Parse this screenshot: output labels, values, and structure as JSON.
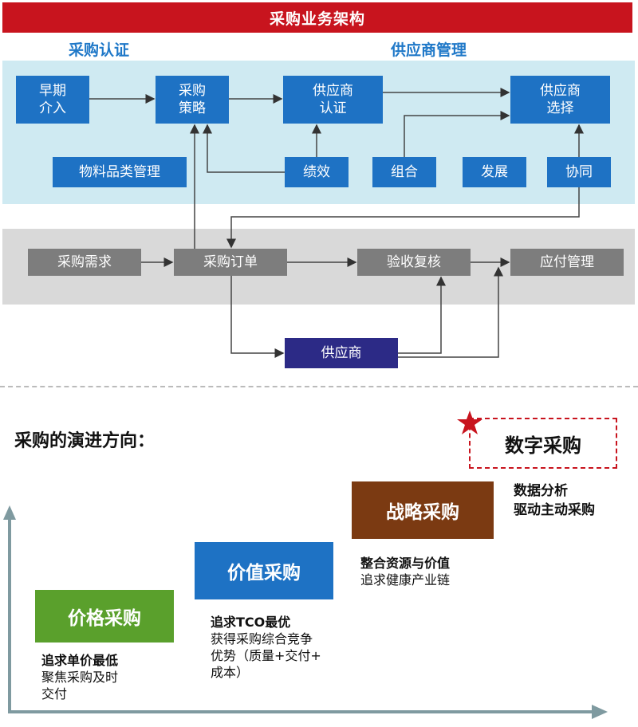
{
  "banner": {
    "title": "采购业务架构"
  },
  "sections": {
    "procurement_cert": "采购认证",
    "supplier_mgmt": "供应商管理"
  },
  "boxes": {
    "early_1": "早期",
    "early_2": "介入",
    "strategy_1": "采购",
    "strategy_2": "策略",
    "supcert_1": "供应商",
    "supcert_2": "认证",
    "supsel_1": "供应商",
    "supsel_2": "选择",
    "category_mgmt": "物料品类管理",
    "performance": "绩效",
    "combination": "组合",
    "development": "发展",
    "collaboration": "协同",
    "demand": "采购需求",
    "order": "采购订单",
    "acceptance": "验收复核",
    "payable": "应付管理",
    "supplier": "供应商"
  },
  "evolution": {
    "title": "采购的演进方向：",
    "digital": {
      "label": "数字采购",
      "desc1": "数据分析",
      "desc2": "驱动主动采购"
    },
    "strategic": {
      "label": "战略采购",
      "desc1": "整合资源与价值",
      "desc2": "追求健康产业链"
    },
    "value": {
      "label": "价值采购",
      "desc1": "追求TCO最优",
      "desc2": "获得采购综合竞争",
      "desc3": "优势（质量+交付+",
      "desc4": "成本）"
    },
    "price": {
      "label": "价格采购",
      "desc1": "追求单价最低",
      "desc2": "聚焦采购及时",
      "desc3": "交付"
    }
  },
  "colors": {
    "banner_red": "#c8141e",
    "blue_box": "#1e72c4",
    "grey_box": "#7d7d7d",
    "navy_box": "#2c2a86",
    "green": "#5aa02c",
    "brown": "#7b3a12",
    "light_blue_bg": "#cfeaf2",
    "grey_bg": "#d9d9d9",
    "star": "#c8141e",
    "section_title": "#1f78c8"
  },
  "icons": {
    "digital_marker": "red-star-icon"
  }
}
